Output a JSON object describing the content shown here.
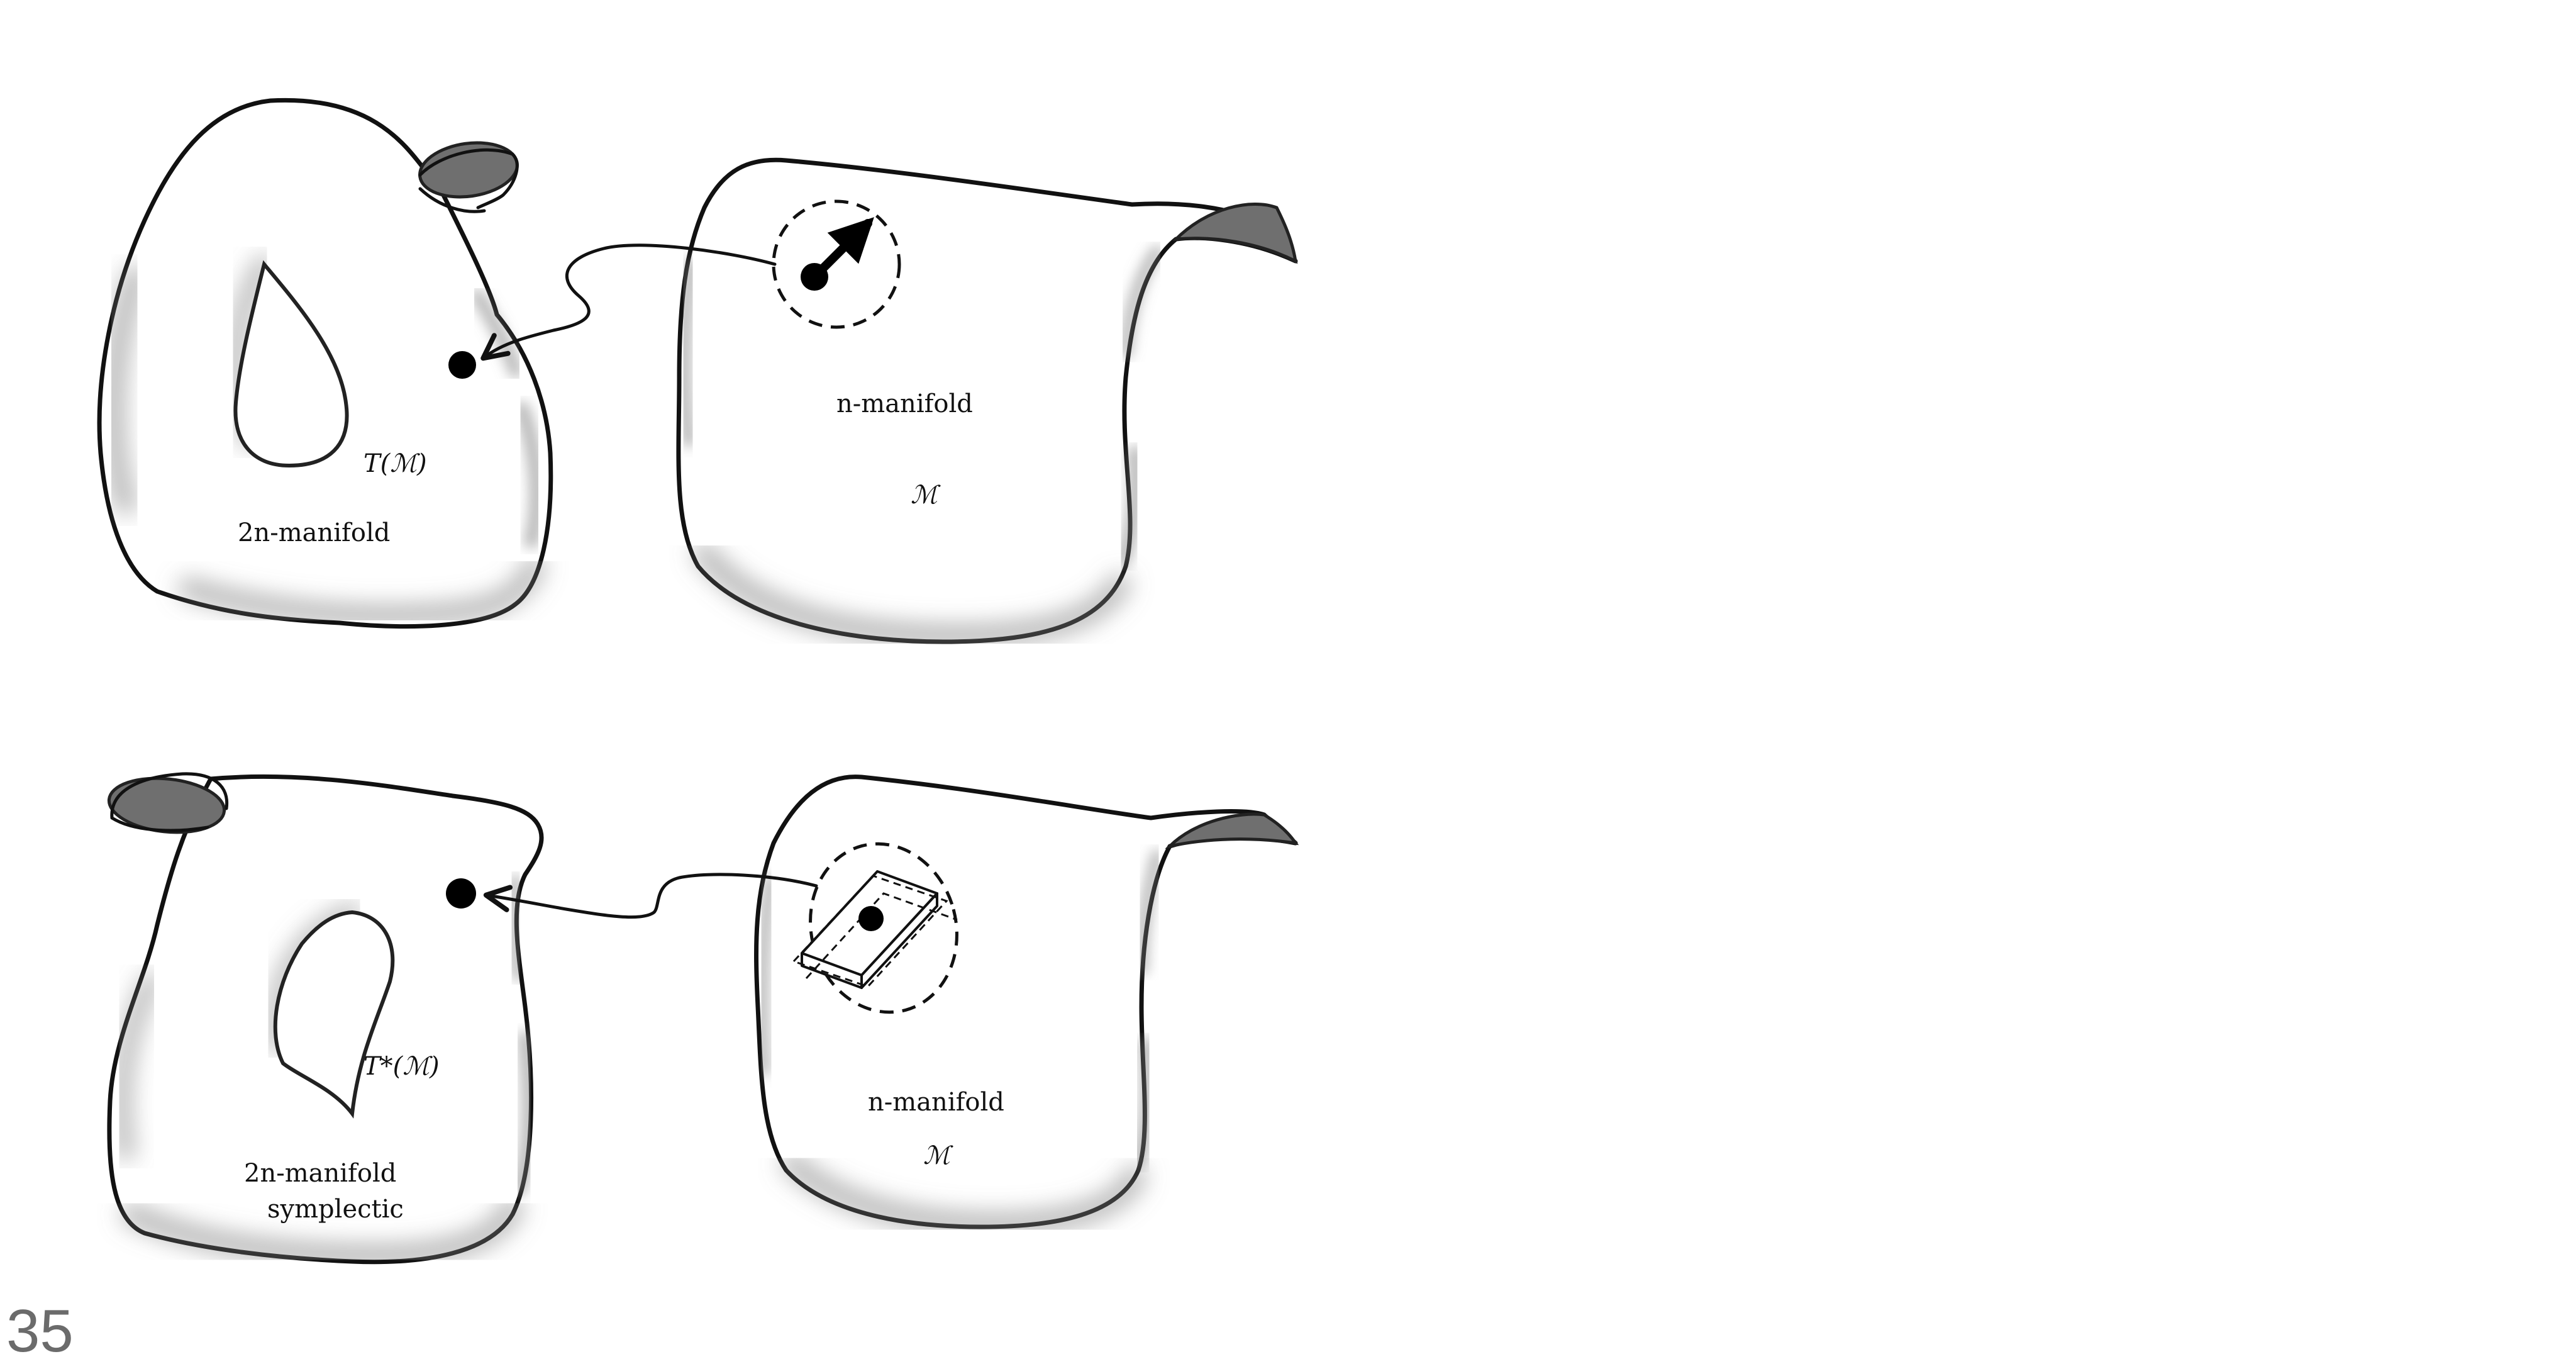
{
  "page_number": "35",
  "top_panel": {
    "tangent_bundle_label": "T(ℳ)",
    "tangent_bundle_dim": "2n-manifold",
    "base_label": "ℳ",
    "base_dim": "n-manifold",
    "icons": {
      "point": "dot-icon",
      "vector": "arrow-vector-icon"
    }
  },
  "bottom_panel": {
    "cotangent_bundle_label": "T*(ℳ)",
    "cotangent_bundle_dim": "2n-manifold",
    "cotangent_bundle_note": "symplectic",
    "base_label": "ℳ",
    "base_dim": "n-manifold",
    "icons": {
      "point": "dot-icon",
      "covector": "stacked-plane-icon"
    }
  }
}
